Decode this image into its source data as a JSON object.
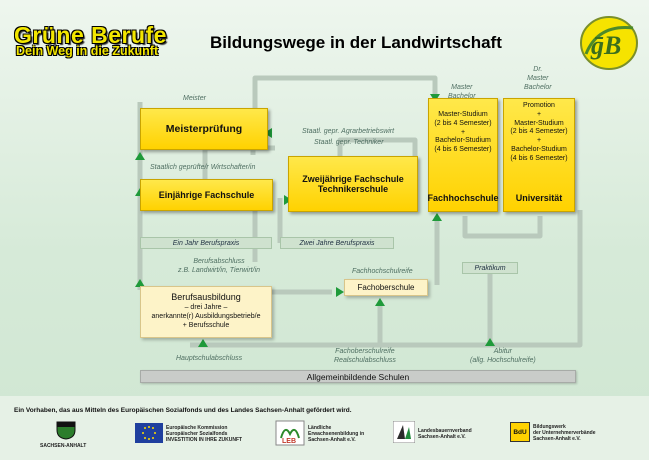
{
  "header": {
    "brand_line1": "Grüne Berufe",
    "brand_line2": "Dein Weg in die Zukunft",
    "title": "Bildungswege in der Landwirtschaft"
  },
  "boxes": {
    "meisterpruefung": "Meisterprüfung",
    "einjaehrige": "Einjährige Fachschule",
    "zweijaehrige_1": "Zweijährige Fachschule",
    "zweijaehrige_2": "Technikerschule",
    "fachhochschule": "Fachhochschule",
    "fh_studies": [
      "Master-Studium",
      "(2 bis 4 Semester)",
      "+",
      "Bachelor-Studium",
      "(4 bis 6 Semester)"
    ],
    "universitaet": "Universität",
    "uni_studies": [
      "Promotion",
      "+",
      "Master-Studium",
      "(2 bis 4 Semester)",
      "+",
      "Bachelor-Studium",
      "(4 bis 6 Semester)"
    ],
    "fachoberschule": "Fachoberschule",
    "berufsausbildung": "Berufsausbildung",
    "berufsausbildung_sub": [
      "– drei Jahre –",
      "anerkannte(r) Ausbildungsbetrieb/e",
      "+ Berufsschule"
    ],
    "allgemeinbildende": "Allgemeinbildende Schulen"
  },
  "bars": {
    "ein_jahr": "Ein Jahr Berufspraxis",
    "zwei_jahre": "Zwei Jahre Berufspraxis",
    "praktikum": "Praktikum"
  },
  "notes": {
    "meister": "Meister",
    "staatl_wirtschafter": "Staatlich geprüfte/r Wirtschafter/in",
    "agrarbetriebswirt_1": "Staatl. gepr. Agrarbetriebswirt",
    "agrarbetriebswirt_2": "Staatl. gepr. Techniker",
    "master_bachelor": [
      "Master",
      "Bachelor"
    ],
    "dr_master_bachelor": [
      "Dr.",
      "Master",
      "Bachelor"
    ],
    "berufsabschluss_1": "Berufsabschluss",
    "berufsabschluss_2": "z.B. Landwirt/in, Tierwirt/in",
    "fachhochschulreife": "Fachhochschulreife",
    "hauptschulabschluss": "Hauptschulabschluss",
    "fachoberschulreife_1": "Fachoberschulreife",
    "fachoberschulreife_2": "Realschulabschluss",
    "abitur_1": "Abitur",
    "abitur_2": "(allg. Hochschulreife)"
  },
  "footer": {
    "funding_text": "Ein Vorhaben, das aus Mitteln des Europäischen Sozialfonds und des Landes Sachsen-Anhalt gefördert wird.",
    "logos": {
      "sachsen_anhalt": "SACHSEN-ANHALT",
      "eu": [
        "Europäische Kommission",
        "Europäischer Sozialfonds",
        "INVESTITION IN IHRE ZUKUNFT"
      ],
      "leb": [
        "Ländliche",
        "Erwachsenenbildung in",
        "Sachsen-Anhalt e.V."
      ],
      "lbv": [
        "Landesbauernverband",
        "Sachsen-Anhalt e.V."
      ],
      "bdu": [
        "Bildungswerk",
        "der Unternehmerverbände",
        "Sachsen-Anhalt e.V."
      ],
      "bdu_mark": "BdU"
    }
  },
  "colors": {
    "box_yellow": "#ffd200",
    "arrow_green": "#1f9a3a",
    "connector_gray": "#b9c9bc"
  }
}
